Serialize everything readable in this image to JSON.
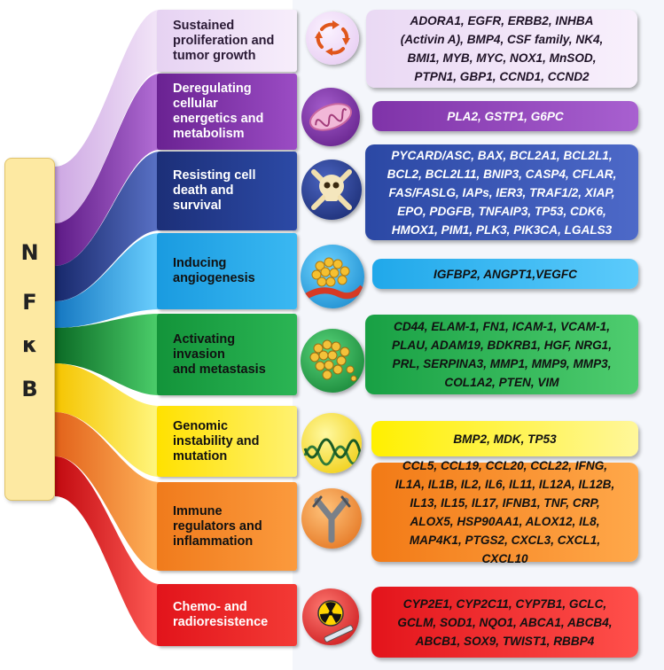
{
  "nfkb": {
    "letters": [
      "N",
      "F",
      "κ",
      "B"
    ]
  },
  "colors": {
    "band1": "#e1c8ee",
    "band2": "#7c2fa0",
    "band3": "#233f8c",
    "band4": "#1aa0e4",
    "band5": "#129a3a",
    "band6": "#ffe600",
    "band7": "#f58220",
    "band8": "#e5171e"
  },
  "hallmarks": [
    {
      "label": "Sustained\nproliferation and\ntumor growth",
      "genes": "ADORA1, EGFR, ERBB2, INHBA\n(Activin A), BMP4, CSF family, NK4,\nBMI1, MYB, MYC, NOX1, MnSOD,\nPTPN1, GBP1, CCND1, CCND2",
      "icon": "circular-arrows-icon"
    },
    {
      "label": "Deregulating\ncellular\nenergetics and\nmetabolism",
      "genes": "PLA2, GSTP1, G6PC",
      "icon": "mitochondrion-icon"
    },
    {
      "label": "Resisting cell\ndeath and\nsurvival",
      "genes": "PYCARD/ASC, BAX, BCL2A1, BCL2L1,\nBCL2, BCL2L11, BNIP3, CASP4, CFLAR,\nFAS/FASLG, IAPs, IER3, TRAF1/2, XIAP,\nEPO, PDGFB, TNFAIP3, TP53, CDK6,\nHMOX1, PIM1, PLK3, PIK3CA, LGALS3",
      "icon": "skull-crossbones-icon"
    },
    {
      "label": "Inducing\nangiogenesis",
      "genes": "IGFBP2, ANGPT1,VEGFC",
      "icon": "blood-vessel-tumor-icon"
    },
    {
      "label": "Activating invasion\nand metastasis",
      "genes": "CD44, ELAM-1, FN1, ICAM-1, VCAM-1,\nPLAU, ADAM19, BDKRB1, HGF, NRG1,\nPRL, SERPINA3, MMP1, MMP9, MMP3,\nCOL1A2, PTEN, VIM",
      "icon": "cell-cluster-icon"
    },
    {
      "label": "Genomic\ninstability and\nmutation",
      "genes": "BMP2, MDK, TP53",
      "icon": "dna-helix-icon"
    },
    {
      "label": "Immune\nregulators and\ninflammation",
      "genes": "CCL5, CCL19, CCL20, CCL22, IFNG,\nIL1A, IL1B, IL2, IL6, IL11, IL12A, IL12B,\nIL13, IL15, IL17, IFNB1, TNF,  CRP,\nALOX5, HSP90AA1, ALOX12, IL8,\nMAP4K1, PTGS2, CXCL3, CXCL1,\nCXCL10",
      "icon": "antibody-icon"
    },
    {
      "label": "Chemo- and\nradioresistence",
      "genes": "CYP2E1, CYP2C11, CYP7B1, GCLC,\nGCLM, SOD1, NQO1, ABCA1, ABCB4,\nABCB1, SOX9, TWIST1, RBBP4",
      "icon": "radiation-syringe-icon"
    }
  ]
}
